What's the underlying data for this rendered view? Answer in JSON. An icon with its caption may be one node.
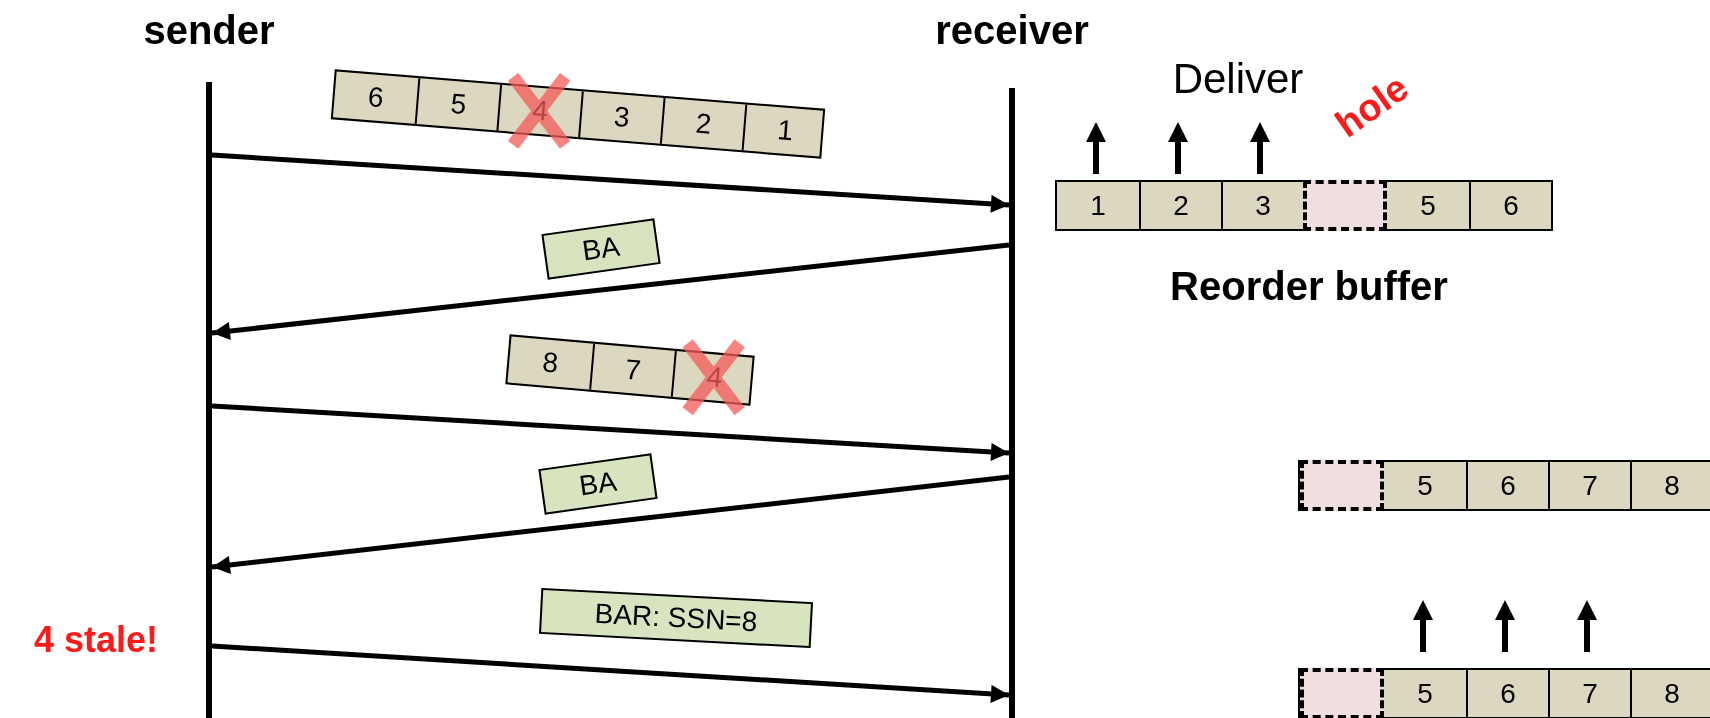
{
  "diagram": {
    "nodes": [
      {
        "text": [
          "sender"
        ]
      },
      {
        "text": [
          "receiver"
        ]
      },
      {
        "text": [
          "6",
          "5",
          "4",
          "3",
          "2",
          "1"
        ]
      },
      {
        "text": [
          "BA"
        ]
      },
      {
        "text": [
          "8",
          "7",
          "4"
        ]
      },
      {
        "text": [
          "BA"
        ]
      },
      {
        "text": [
          "BAR: SSN=8"
        ]
      },
      {
        "text": [
          "1",
          "2",
          "3",
          "5",
          "6"
        ]
      },
      {
        "text": [],
        "shape": "box",
        "in": 7
      },
      {
        "text": [
          "5",
          "6",
          "7",
          "8"
        ]
      },
      {
        "text": [],
        "shape": "box",
        "in": 9
      },
      {
        "text": [
          "5",
          "6",
          "7",
          "8"
        ]
      },
      {
        "text": [],
        "shape": "box",
        "in": 11
      }
    ],
    "edges": [
      {
        "from": 0,
        "to": 1,
        "arrow": "to"
      },
      {
        "from": 1,
        "to": 0,
        "arrow": "to"
      },
      {
        "from": 0,
        "to": 1,
        "arrow": "to"
      },
      {
        "from": 1,
        "to": 0,
        "arrow": "to"
      },
      {
        "from": 0,
        "to": 1,
        "arrow": "to"
      }
    ],
    "labels": [
      "Deliver",
      "hole",
      "Reorder buffer",
      "4 stale!"
    ]
  }
}
